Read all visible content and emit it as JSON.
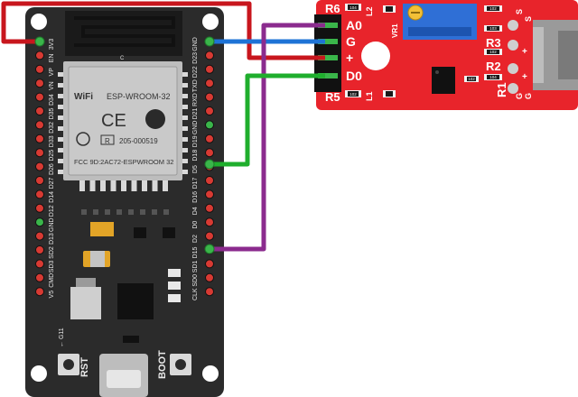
{
  "esp32": {
    "module_text": {
      "wifi": "WiFi",
      "model": "ESP-WROOM-32",
      "ce": "CE",
      "r_mark": "R",
      "cert": "205-000519",
      "fcc": "FCC 9D:2AC72-ESPWROOM 32",
      "c_mark": "C"
    },
    "left_pins": [
      "3V3",
      "EN",
      "VP",
      "VN",
      "D34",
      "D35",
      "D32",
      "D33",
      "D25",
      "D26",
      "D27",
      "D14",
      "D12",
      "GND",
      "D13",
      "SD2",
      "SD3",
      "CMD",
      "V5"
    ],
    "right_pins": [
      "GND",
      "D23",
      "D22",
      "TXD",
      "RXD",
      "D21",
      "GND",
      "D19",
      "D18",
      "D5",
      "D17",
      "D16",
      "D4",
      "D0",
      "D2",
      "D15",
      "SD1",
      "SD0",
      "CLK"
    ],
    "bottom_labels": {
      "rst": "RST",
      "boot": "BOOT",
      "g11": "← G11"
    }
  },
  "sound_module": {
    "pins": [
      "A0",
      "G",
      "+",
      "D0"
    ],
    "resistors": [
      "R6",
      "R3",
      "R2",
      "R1",
      "R5"
    ],
    "leds": [
      "L2",
      "L1"
    ],
    "pot": "VR1",
    "mic_pins": [
      "S",
      "S",
      "+",
      "+",
      "G",
      "G"
    ],
    "res_codes": [
      "104",
      "102",
      "103",
      "102",
      "104",
      "102",
      "102"
    ]
  },
  "colors": {
    "board": "#2b2b2b",
    "module_red": "#e8242b",
    "wire_red": "#c8161d",
    "wire_blue": "#1e73d6",
    "wire_green": "#1fae2d",
    "wire_purple": "#8b2b8e",
    "pad_green": "#3ab54a",
    "pad_red": "#d83a33"
  }
}
